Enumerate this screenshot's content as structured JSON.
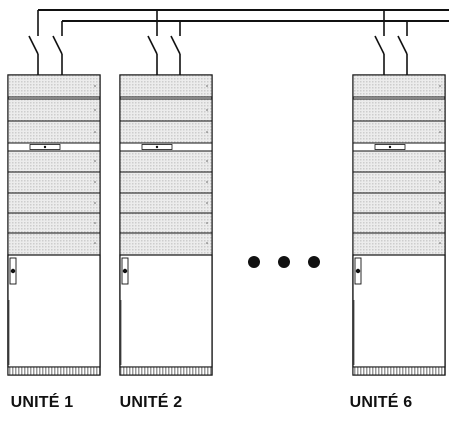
{
  "units": [
    {
      "label": "UNITÉ 1"
    },
    {
      "label": "UNITÉ 2"
    },
    {
      "label": "UNITÉ 6"
    }
  ],
  "ellipsis": "• • •",
  "colors": {
    "line": "#111111",
    "panel_fill": "#e7e7e7",
    "panel_stripe": "#cfcfcf",
    "door_fill": "#ffffff",
    "base_fill": "#d9d9d9"
  }
}
